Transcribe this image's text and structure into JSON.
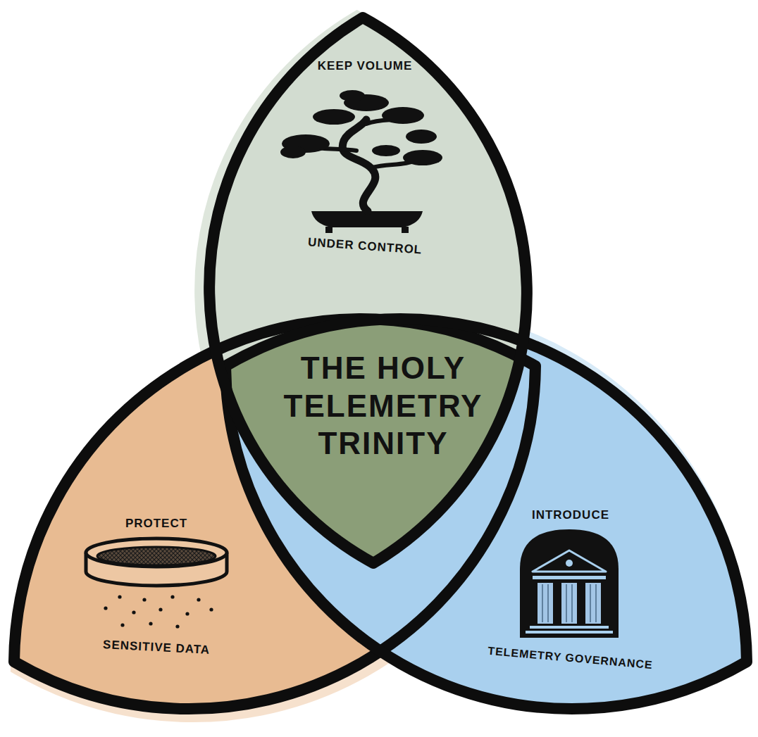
{
  "diagram": {
    "nodes": [
      {
        "text": [
          "KEEP VOLUME",
          "UNDER CONTROL"
        ]
      },
      {
        "text": [
          "THE HOLY TELEMETRY TRINITY"
        ]
      },
      {
        "text": [
          "PROTECT",
          "SENSITIVE DATA"
        ]
      },
      {
        "text": [
          "INTRODUCE",
          "TELEMETRY GOVERNANCE"
        ]
      }
    ]
  }
}
